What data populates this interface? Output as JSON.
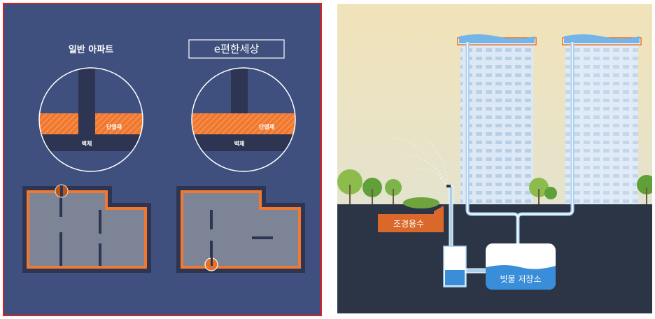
{
  "left_panel": {
    "border_color": "#e02020",
    "background_color": "#3f4f7e",
    "general_apartment": {
      "title": "일반 아파트",
      "insulation_label": "단열재",
      "wall_label": "벽체"
    },
    "e_apartment": {
      "title": "e편한세상",
      "insulation_label": "단열재",
      "wall_label": "벽체"
    },
    "colors": {
      "insulation": "#f07830",
      "wall": "#2d3552",
      "floor": "#7d8496",
      "marker": "#e4702a"
    }
  },
  "right_panel": {
    "landscape_water_label": "조경용수",
    "rain_storage_label": "빗물 저장소",
    "colors": {
      "sky_top": "#f1e3b9",
      "sky_bottom": "#d7e5ef",
      "ground": "#2b3545",
      "pipe": "#a9d0ee",
      "water": "#3a8dd8",
      "tag": "#d9682a"
    }
  }
}
